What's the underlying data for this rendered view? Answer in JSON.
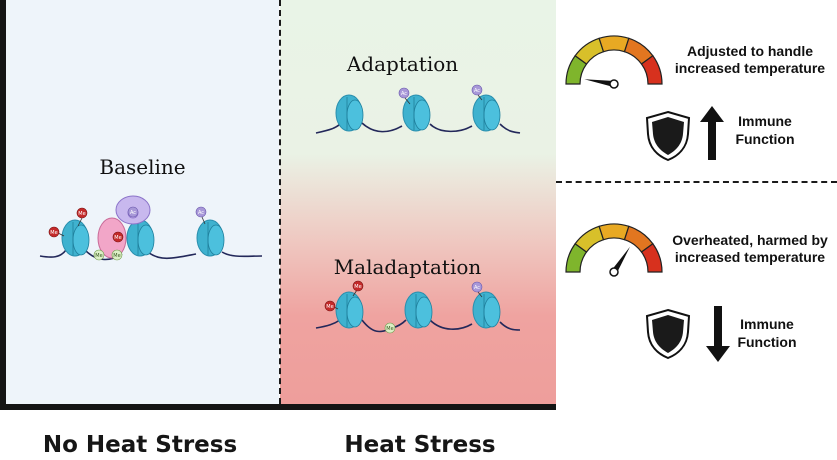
{
  "left_panel": {
    "title": "Baseline"
  },
  "right_panel": {
    "top_title": "Adaptation",
    "bottom_title": "Maladaptation"
  },
  "axis_labels": {
    "left": "No Heat Stress",
    "right": "Heat Stress"
  },
  "marks": {
    "methyl": "Me",
    "acetyl": "Ac"
  },
  "adaptation_outcome": {
    "annotation_line1": "Adjusted to handle",
    "annotation_line2": "increased temperature",
    "immune_line1": "Immune",
    "immune_line2": "Function",
    "gauge_level": 0.05,
    "arrow_direction": "up"
  },
  "maladaptation_outcome": {
    "annotation_line1": "Overheated, harmed by",
    "annotation_line2": "increased temperature",
    "immune_line1": "Immune",
    "immune_line2": "Function",
    "gauge_level": 0.68,
    "arrow_direction": "down"
  },
  "colors": {
    "nucleosome": "#3fb2cf",
    "dna": "#23285a",
    "methyl_mark": "#c42a2a",
    "acetyl_mark": "#a898d8",
    "unmethyl_mark": "#dcefc6",
    "gauge_segments": [
      "#7fb52c",
      "#d8c02a",
      "#e8a923",
      "#e27620",
      "#d7311e"
    ]
  },
  "icons": {
    "shield": "shield-icon",
    "arrow_up": "arrow-up-icon",
    "arrow_down": "arrow-down-icon",
    "gauge": "gauge-icon"
  }
}
